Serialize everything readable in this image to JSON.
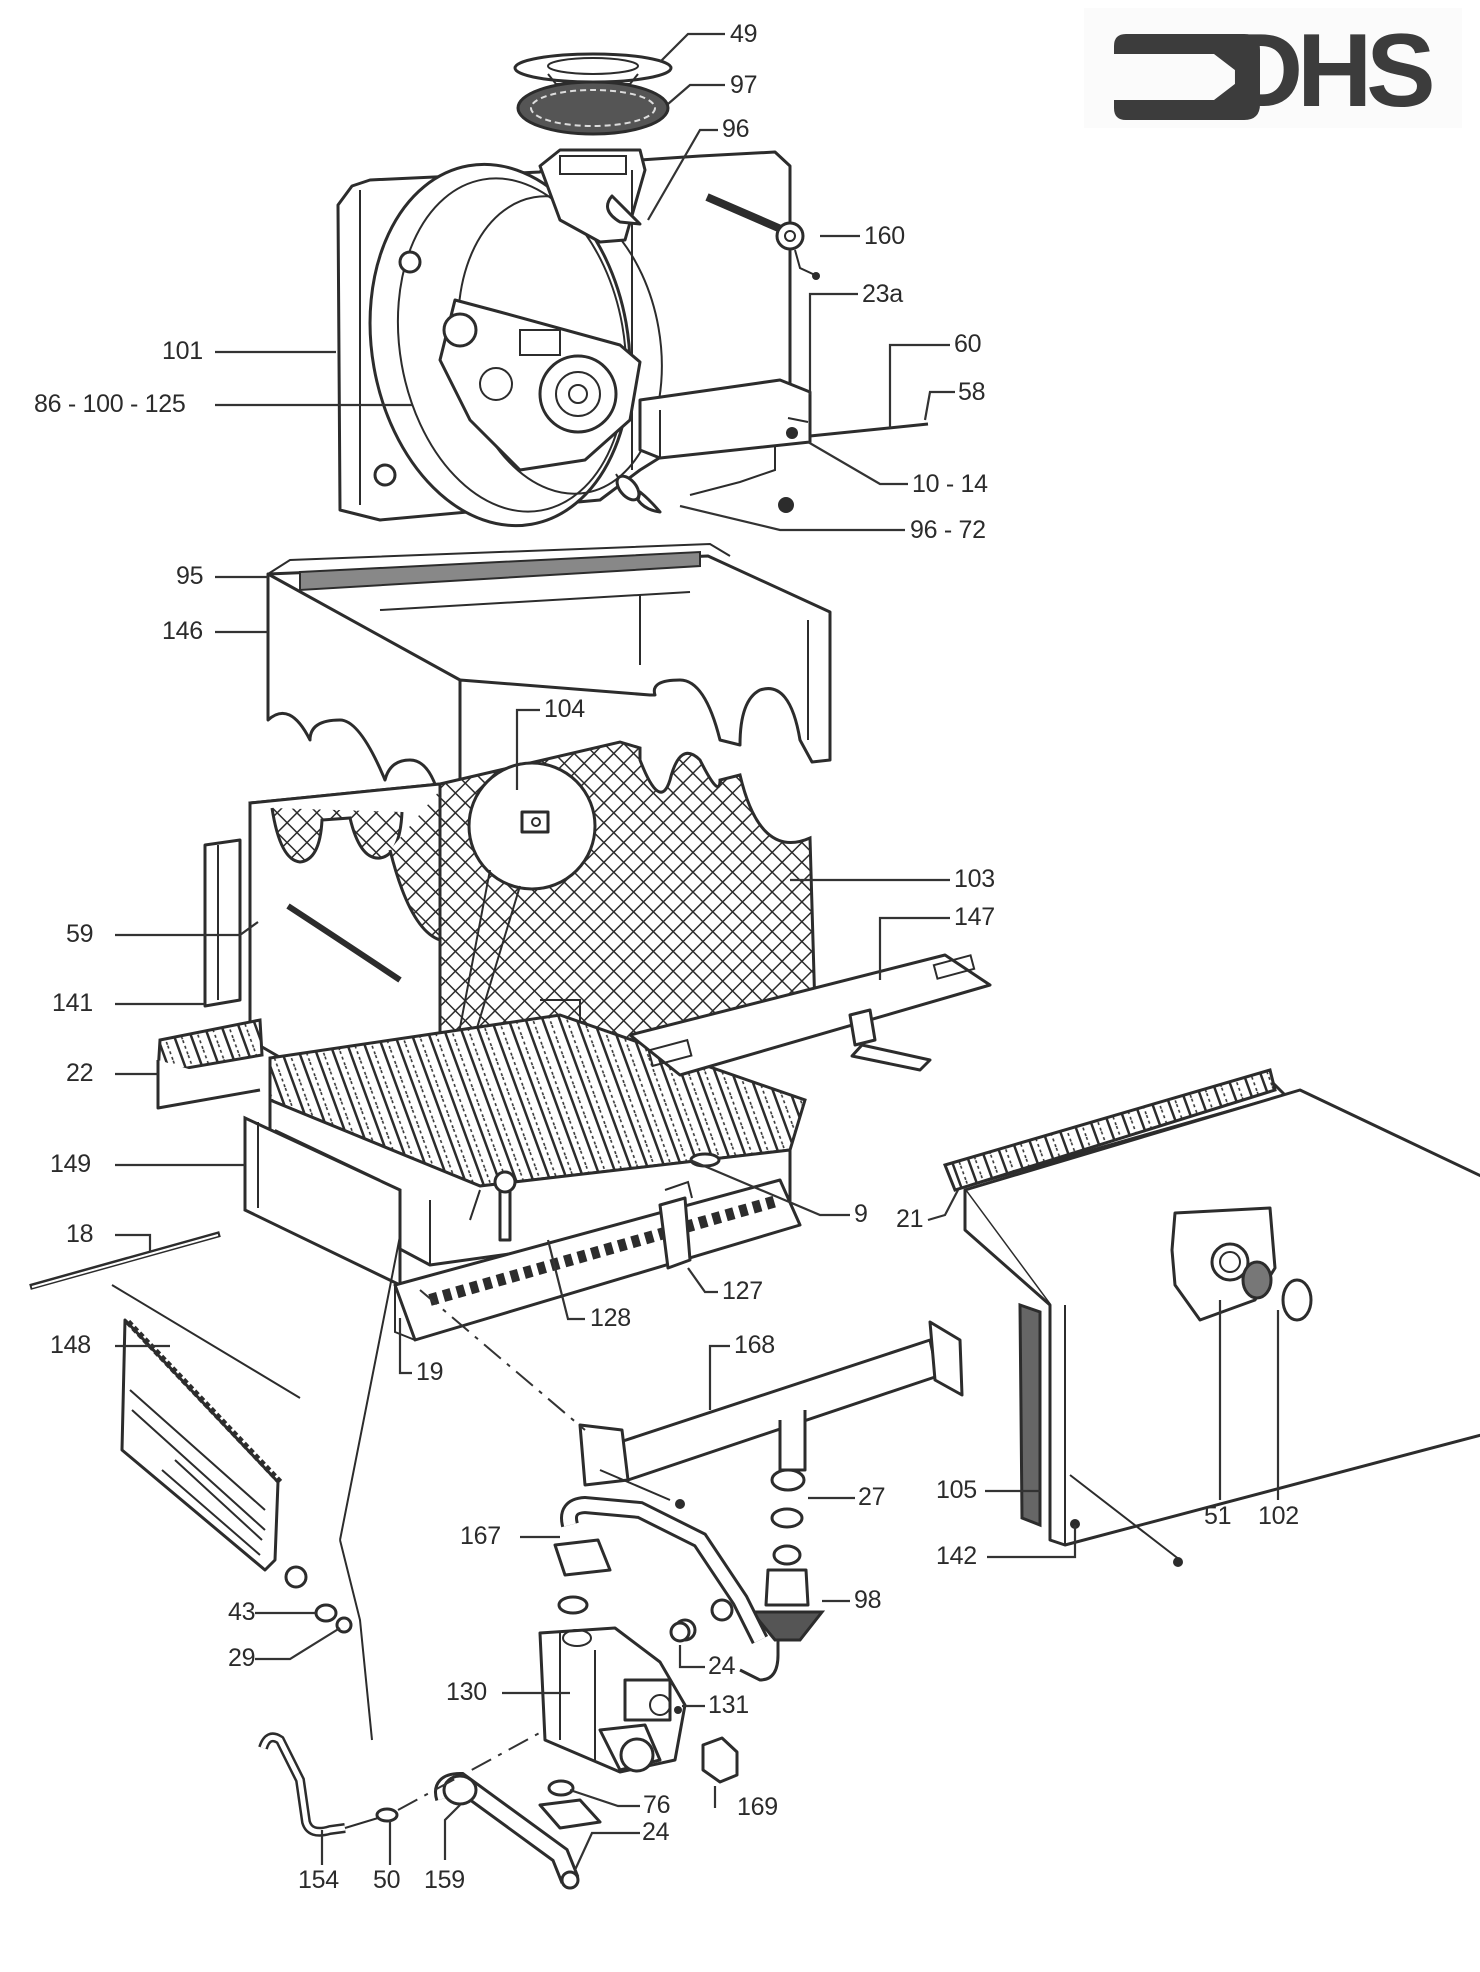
{
  "document": {
    "type": "exploded parts diagram",
    "brand_logo_text": "DHS",
    "logo_icon": "arrow-right-icon"
  },
  "callouts": [
    {
      "id": "c49",
      "text": "49"
    },
    {
      "id": "c97",
      "text": "97"
    },
    {
      "id": "c96",
      "text": "96"
    },
    {
      "id": "c160",
      "text": "160"
    },
    {
      "id": "c23a",
      "text": "23a"
    },
    {
      "id": "c60",
      "text": "60"
    },
    {
      "id": "c58",
      "text": "58"
    },
    {
      "id": "c101",
      "text": "101"
    },
    {
      "id": "c86",
      "text": "86 - 100 - 125"
    },
    {
      "id": "c1014",
      "text": "10 - 14"
    },
    {
      "id": "c9672",
      "text": "96 - 72"
    },
    {
      "id": "c95",
      "text": "95"
    },
    {
      "id": "c146",
      "text": "146"
    },
    {
      "id": "c104",
      "text": "104"
    },
    {
      "id": "c103",
      "text": "103"
    },
    {
      "id": "c147",
      "text": "147"
    },
    {
      "id": "c59",
      "text": "59"
    },
    {
      "id": "c141",
      "text": "141"
    },
    {
      "id": "c22",
      "text": "22"
    },
    {
      "id": "c149",
      "text": "149"
    },
    {
      "id": "c9",
      "text": "9"
    },
    {
      "id": "c21",
      "text": "21"
    },
    {
      "id": "c18",
      "text": "18"
    },
    {
      "id": "c127",
      "text": "127"
    },
    {
      "id": "c128",
      "text": "128"
    },
    {
      "id": "c148",
      "text": "148"
    },
    {
      "id": "c19",
      "text": "19"
    },
    {
      "id": "c168",
      "text": "168"
    },
    {
      "id": "c27",
      "text": "27"
    },
    {
      "id": "c105",
      "text": "105"
    },
    {
      "id": "c51",
      "text": "51"
    },
    {
      "id": "c102",
      "text": "102"
    },
    {
      "id": "c142",
      "text": "142"
    },
    {
      "id": "c167",
      "text": "167"
    },
    {
      "id": "c98",
      "text": "98"
    },
    {
      "id": "c43",
      "text": "43"
    },
    {
      "id": "c29",
      "text": "29"
    },
    {
      "id": "c24a",
      "text": "24"
    },
    {
      "id": "c130",
      "text": "130"
    },
    {
      "id": "c131",
      "text": "131"
    },
    {
      "id": "c169",
      "text": "169"
    },
    {
      "id": "c76",
      "text": "76"
    },
    {
      "id": "c154",
      "text": "154"
    },
    {
      "id": "c50",
      "text": "50"
    },
    {
      "id": "c159",
      "text": "159"
    },
    {
      "id": "c24b",
      "text": "24"
    }
  ]
}
